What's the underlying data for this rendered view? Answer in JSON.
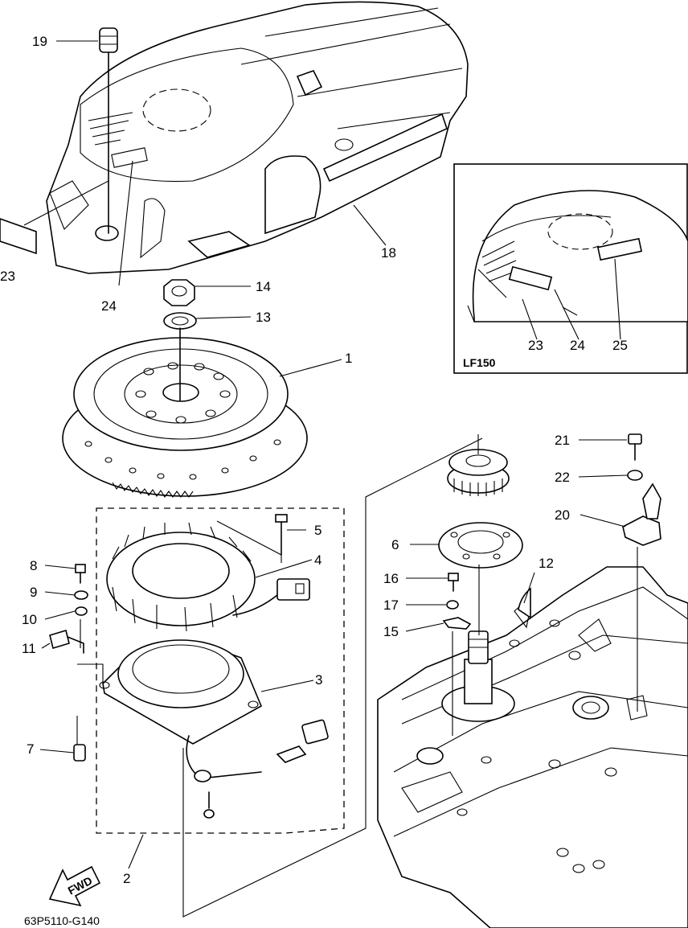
{
  "labels": {
    "p1": "1",
    "p2": "2",
    "p3": "3",
    "p4": "4",
    "p5": "5",
    "p6": "6",
    "p7": "7",
    "p8": "8",
    "p9": "9",
    "p10": "10",
    "p11": "11",
    "p12": "12",
    "p13": "13",
    "p14": "14",
    "p15": "15",
    "p16": "16",
    "p17": "17",
    "p18": "18",
    "p19": "19",
    "p20": "20",
    "p21": "21",
    "p22": "22",
    "p23": "23",
    "p24": "24",
    "inset_23": "23",
    "inset_24": "24",
    "inset_25": "25"
  },
  "inset_title": "LF150",
  "fwd_arrow": "FWD",
  "drawing_code": "63P5110-G140"
}
